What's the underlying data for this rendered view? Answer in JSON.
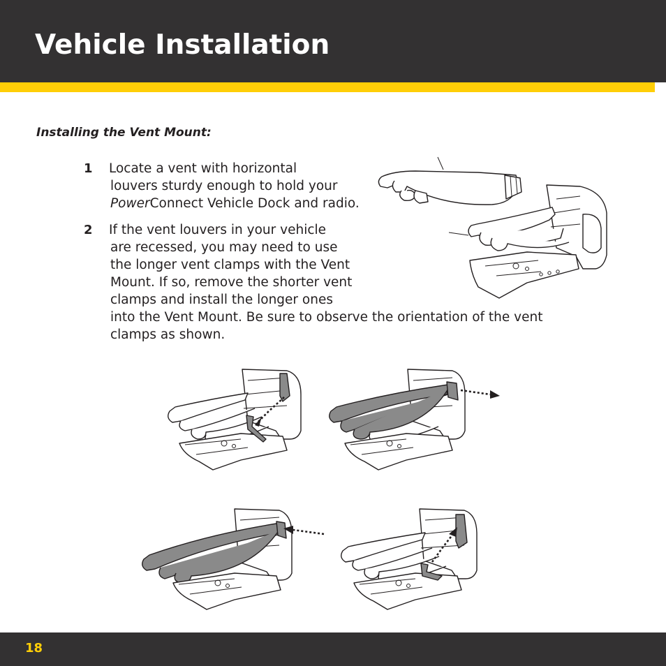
{
  "header": {
    "title": "Vehicle Installation"
  },
  "section": {
    "heading": "Installing the Vent Mount:"
  },
  "steps": [
    {
      "number": "1",
      "lines": [
        "Locate a vent with horizontal",
        "louvers sturdy enough to hold your"
      ],
      "line3_italic": "Power",
      "line3_rest": "Connect Vehicle Dock and radio."
    },
    {
      "number": "2",
      "lines": [
        "If the vent louvers in your vehicle",
        "are recessed, you may need to use",
        "the longer vent clamps with the Vent",
        "Mount. If so, remove the shorter vent",
        "clamps and install the longer ones",
        "into the Vent Mount. Be sure to observe the orientation of the vent",
        "clamps as shown."
      ]
    }
  ],
  "footer": {
    "page_number": "18"
  },
  "colors": {
    "header_bg": "#333132",
    "accent": "#ffce07",
    "text": "#231f20"
  }
}
